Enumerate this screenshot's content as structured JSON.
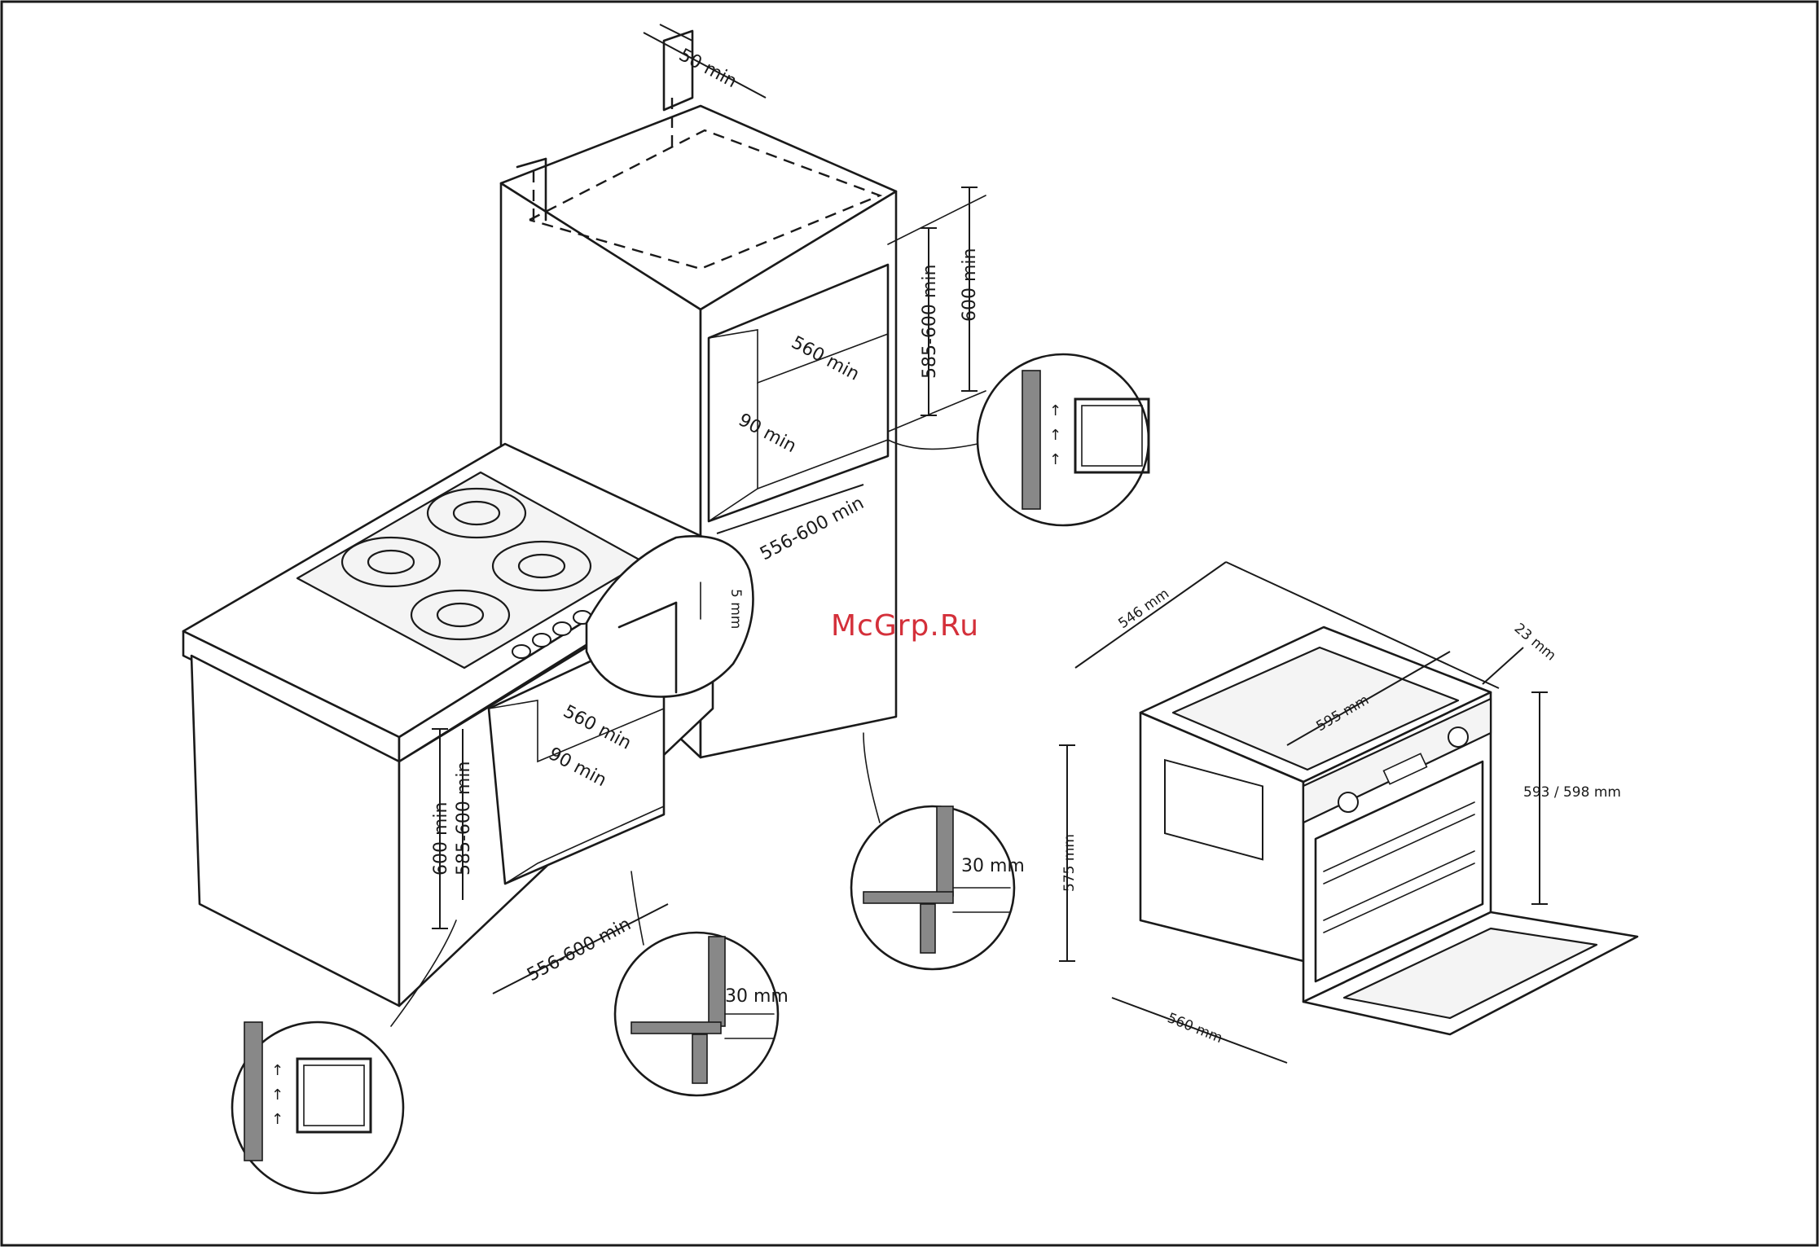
{
  "watermark": "McGrp.Ru",
  "colors": {
    "line": "#1a1a1a",
    "watermark": "#d4303a",
    "background": "#ffffff"
  },
  "cabinet_tall": {
    "top_clearance": "50 min",
    "niche_height_range": "585-600 min",
    "niche_height_min": "600 min",
    "niche_depth": "560 min",
    "rear_vent": "90 min",
    "niche_width": "556-600 min",
    "rear_gap": "5 mm",
    "side_panel": "30 mm"
  },
  "cabinet_low": {
    "niche_height_min": "600 min",
    "niche_height_range": "585-600 min",
    "niche_depth": "560 min",
    "rear_vent": "90 min",
    "niche_width": "556-600 min",
    "side_panel": "30 mm"
  },
  "oven": {
    "depth_top": "546 mm",
    "width": "595 mm",
    "front_thickness": "23 mm",
    "front_height": "593 / 598 mm",
    "body_height": "575 mm",
    "body_width": "560 mm"
  }
}
